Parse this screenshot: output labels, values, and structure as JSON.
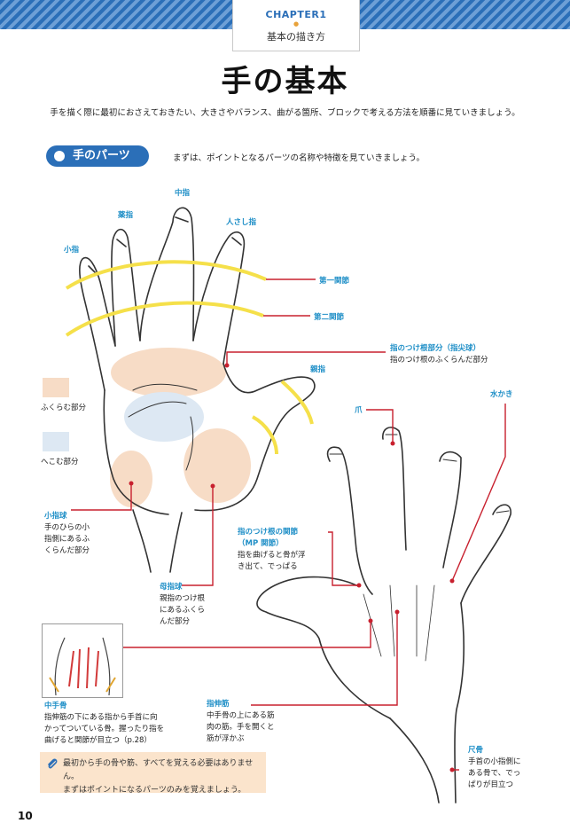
{
  "header": {
    "chapter": "CHAPTER1",
    "chapter_sub": "基本の描き方",
    "title": "手の基本",
    "lead": "手を描く際に最初におさえておきたい、大きさやバランス、曲がる箇所、ブロックで考える方法を順番に見ていきましょう。"
  },
  "section": {
    "pill_label": "手のパーツ",
    "lead": "まずは、ポイントとなるパーツの名称や特徴を見ていきましょう。"
  },
  "fingers": {
    "middle": "中指",
    "ring": "薬指",
    "index": "人さし指",
    "little": "小指",
    "thumb": "親指"
  },
  "joints": {
    "first": "第一関節",
    "second": "第二関節"
  },
  "legend": {
    "swell": "ふくらむ部分",
    "hollow": "へこむ部分",
    "swell_color": "#f7dcc6",
    "hollow_color": "#dde8f3"
  },
  "parts": {
    "finger_base": {
      "name": "指のつけ根部分（指尖球）",
      "desc": "指のつけ根のふくらんだ部分"
    },
    "hypothenar": {
      "name": "小指球",
      "desc": [
        "手のひらの小",
        "指側にあるふ",
        "くらんだ部分"
      ]
    },
    "thenar": {
      "name": "母指球",
      "desc": [
        "親指のつけ根",
        "にあるふくら",
        "んだ部分"
      ]
    },
    "nail": {
      "name": "爪"
    },
    "webbing": {
      "name": "水かき"
    },
    "mp_joint": {
      "name": [
        "指のつけ根の関節",
        "（MP 関節）"
      ],
      "desc": [
        "指を曲げると骨が浮",
        "き出て、でっぱる"
      ]
    },
    "metacarpal": {
      "name": "中手骨",
      "desc": [
        "指伸筋の下にある指から手首に向",
        "かってついている骨。握ったり指を",
        "曲げると関節が目立つ（p.28）"
      ]
    },
    "extensor": {
      "name": "指伸筋",
      "desc": [
        "中手骨の上にある筋",
        "肉の筋。手を開くと",
        "筋が浮かぶ"
      ]
    },
    "ulna": {
      "name": "尺骨",
      "desc": [
        "手首の小指側に",
        "ある骨で、でっ",
        "ぱりが目立つ"
      ]
    }
  },
  "note": [
    "最初から手の骨や筋、すべてを覚える必要はありません。",
    "まずはポイントになるパーツのみを覚えましょう。"
  ],
  "page_number": "10",
  "colors": {
    "accent_blue": "#2b6fb8",
    "label_cyan": "#1f8fc7",
    "joint_yellow": "#f5e04a",
    "pointer_red": "#c8202e"
  }
}
